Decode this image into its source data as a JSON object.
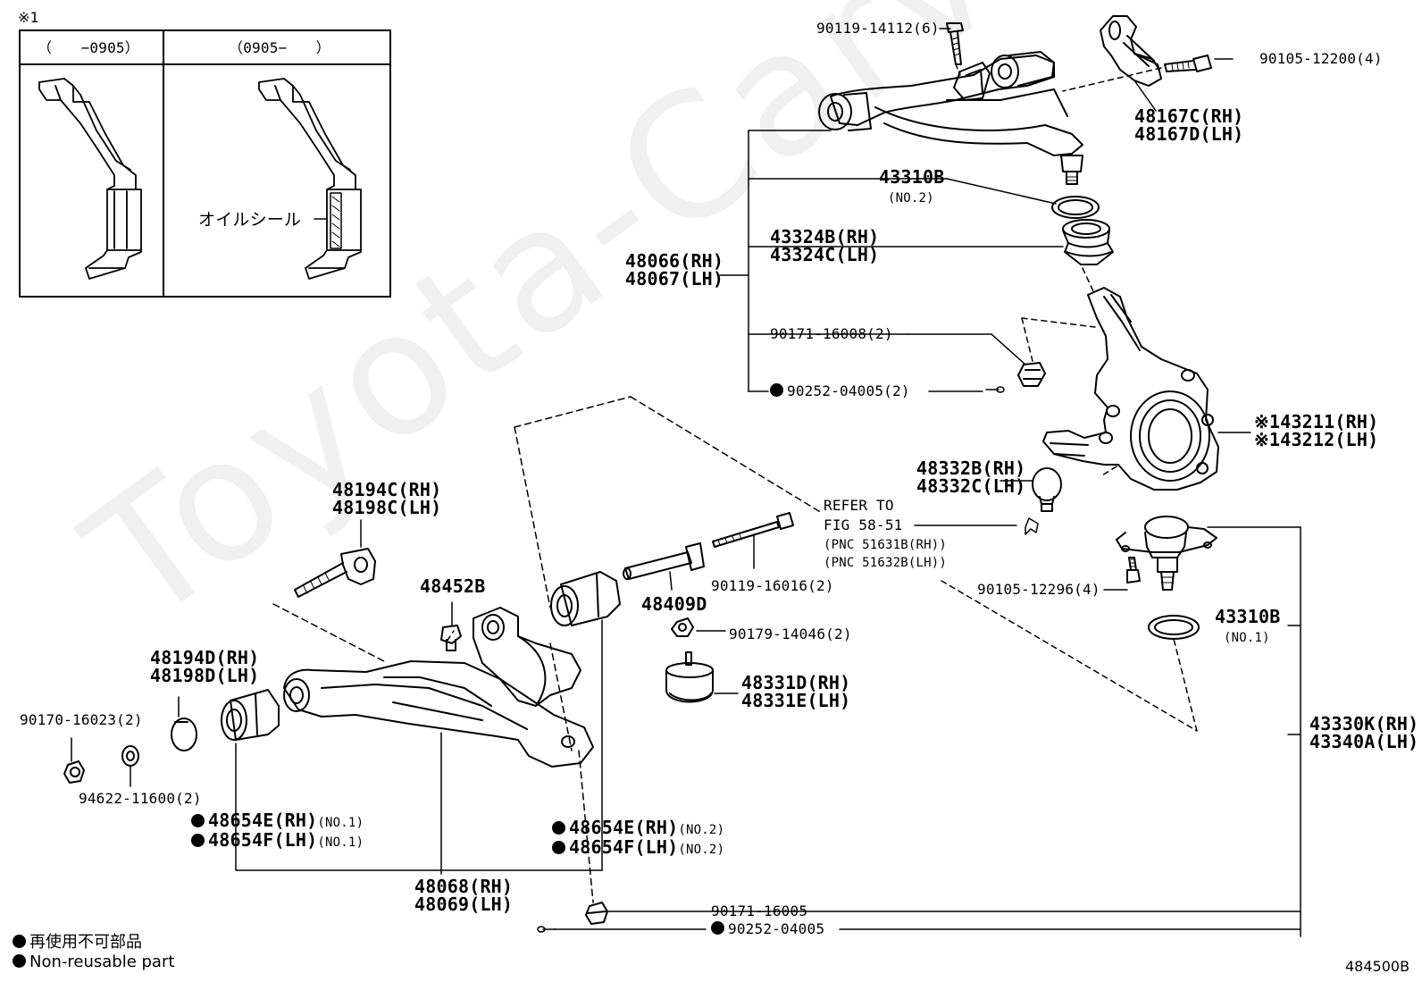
{
  "inset": {
    "mark": "※1",
    "col_left": "（　　−0905）",
    "col_right": "（0905−　　）",
    "oil_seal": "オイルシール"
  },
  "labels": {
    "upper_bolt": "90119-14112(6)",
    "bracket_bolt": "90105-12200(4)",
    "bracket_rh": "48167C(RH)",
    "bracket_lh": "48167D(LH)",
    "dust_seal_upper": "43310B",
    "dust_seal_upper_note": "(NO.2)",
    "boot_rh": "43324B(RH)",
    "boot_lh": "43324C(LH)",
    "upper_arm_rh": "48066(RH)",
    "upper_arm_lh": "48067(LH)",
    "upper_nut": "90171-16008(2)",
    "upper_pin": "90252-04005(2)",
    "knuckle_rh": "※143211(RH)",
    "knuckle_lh": "※143212(LH)",
    "cap_rh": "48332B(RH)",
    "cap_lh": "48332C(LH)",
    "refer_1": "REFER TO",
    "refer_2": "FIG 58-51",
    "refer_3": "(PNC 51631B(RH))",
    "refer_4": "(PNC 51632B(LH))",
    "lower_joint_bolt": "90105-12296(4)",
    "dust_seal_lower": "43310B",
    "dust_seal_lower_note": "(NO.1)",
    "lower_joint_rh": "43330K(RH)",
    "lower_joint_lh": "43340A(LH)",
    "cam_bolt_rh": "48194C(RH)",
    "cam_bolt_lh": "48198C(LH)",
    "stopper": "48452B",
    "shaft": "48409D",
    "long_bolt": "90119-16016(2)",
    "nut_small": "90179-14046(2)",
    "bumper_rh": "48331D(RH)",
    "bumper_lh": "48331E(LH)",
    "cam_plate_rh": "48194D(RH)",
    "cam_plate_lh": "48198D(LH)",
    "lower_nut": "90170-16023(2)",
    "washer": "94622-11600(2)",
    "bush_front_rh": "48654E(RH)",
    "bush_front_lh": "48654F(LH)",
    "bush_front_note": "(NO.1)",
    "bush_rear_rh": "48654E(RH)",
    "bush_rear_lh": "48654F(LH)",
    "bush_rear_note": "(NO.2)",
    "lower_arm_rh": "48068(RH)",
    "lower_arm_lh": "48069(LH)",
    "bottom_nut": "90171-16005",
    "bottom_pin": "90252-04005"
  },
  "legend": {
    "jp": "再使用不可部品",
    "en": "Non-reusable part"
  },
  "figure_id": "484500B",
  "watermark": "Toyota-Carvine.ru"
}
